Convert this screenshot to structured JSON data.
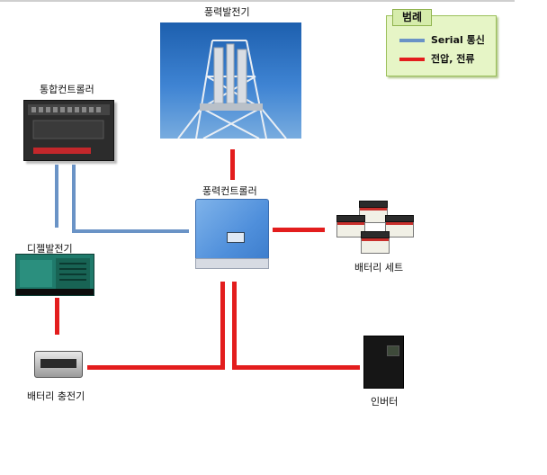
{
  "legend": {
    "title": "범례",
    "items": [
      {
        "label": "Serial 통신",
        "color": "#6a93c6"
      },
      {
        "label": "전압, 전류",
        "color": "#e31d1d"
      }
    ]
  },
  "nodes": {
    "wind_generator": "풍력발전기",
    "integrated_controller": "통합컨트롤러",
    "wind_controller": "풍력컨트롤러",
    "battery_set": "배터리 세트",
    "diesel_generator": "디젤발전기",
    "battery_charger": "배터리 충전기",
    "inverter": "인버터"
  }
}
